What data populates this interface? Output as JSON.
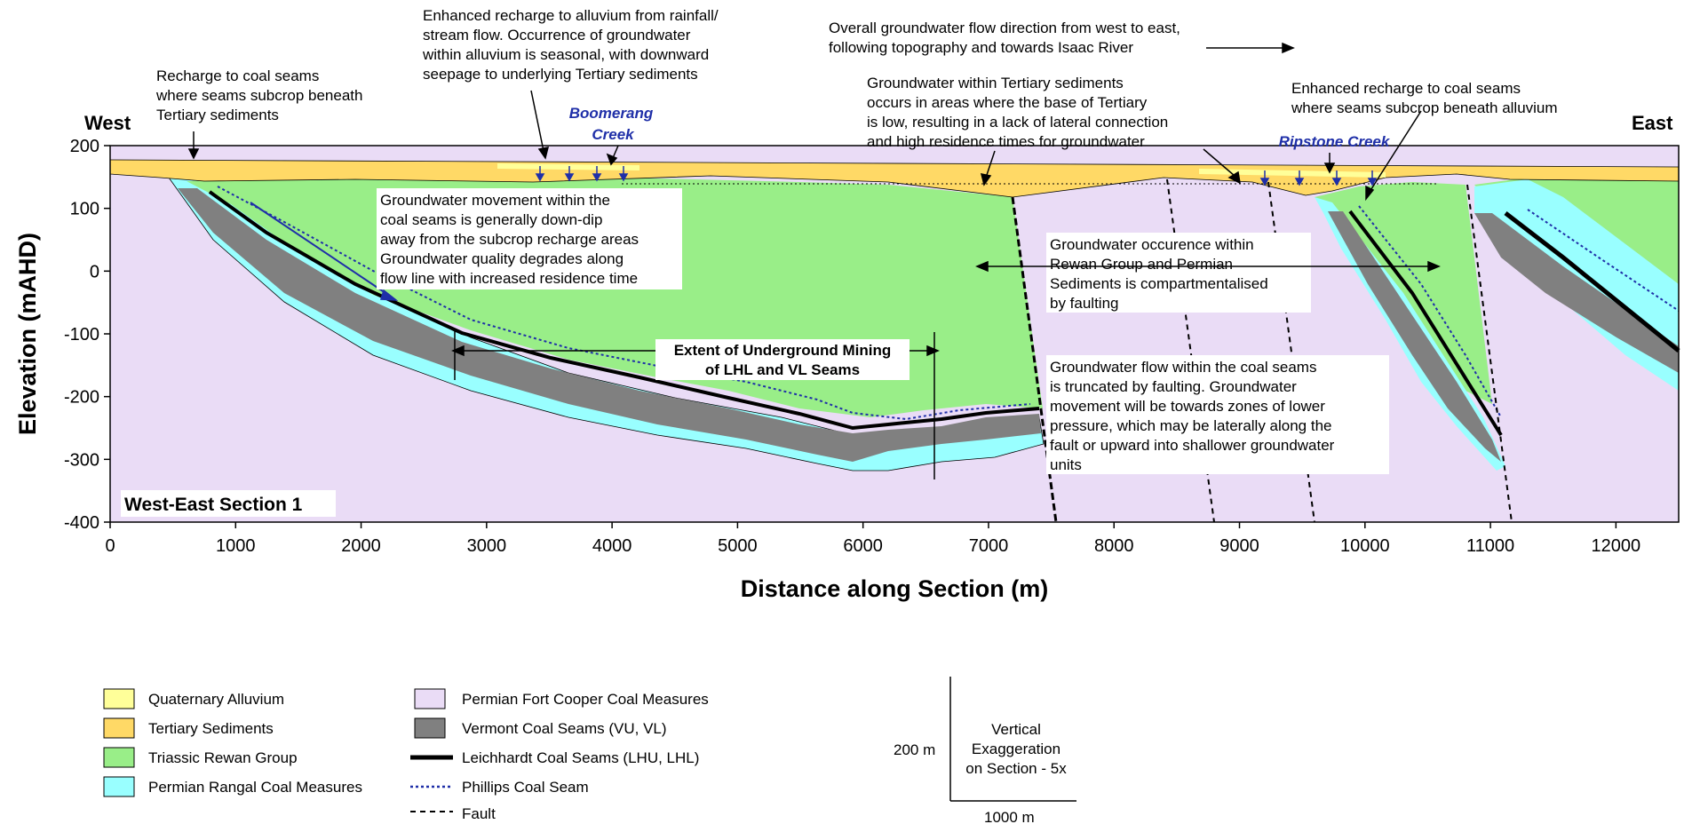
{
  "colors": {
    "quaternary_alluvium": "#ffff99",
    "tertiary_sediments": "#ffd966",
    "triassic_rewan": "#99ee88",
    "permian_rangal": "#99ffff",
    "permian_fort_cooper": "#eadcf6",
    "vermont_coal": "#808080",
    "leichhardt_coal": "#000000",
    "phillips_coal": "#1f2fa8",
    "creek_text": "#1f2fa8"
  },
  "figure": {
    "direction_west": "West",
    "direction_east": "East",
    "section_name": "West-East Section 1",
    "xlabel": "Distance along Section (m)",
    "ylabel": "Elevation (mAHD)",
    "xlim": [
      0,
      12500
    ],
    "ylim": [
      -400,
      200
    ],
    "x_ticks": [
      "0",
      "1000",
      "2000",
      "3000",
      "4000",
      "5000",
      "6000",
      "7000",
      "8000",
      "9000",
      "10000",
      "11000",
      "12000"
    ],
    "y_ticks": [
      "200",
      "100",
      "0",
      "-100",
      "-200",
      "-300",
      "-400"
    ]
  },
  "creeks": {
    "boomerang_line1": "Boomerang",
    "boomerang_line2": "Creek",
    "ripstone": "Ripstone Creek"
  },
  "annotations": {
    "recharge_tertiary": [
      "Recharge to coal seams",
      "where seams subcrop beneath",
      "Tertiary sediments"
    ],
    "alluvium_recharge": [
      "Enhanced recharge to alluvium from rainfall/",
      "stream flow.  Occurrence of groundwater",
      "within alluvium is seasonal, with downward",
      "seepage to underlying Tertiary sediments"
    ],
    "overall_flow": [
      "Overall groundwater flow direction from west to east,",
      "following topography and towards Isaac River"
    ],
    "tertiary_groundwater": [
      "Groundwater within Tertiary sediments",
      "occurs in areas where the base of Tertiary",
      "is low, resulting in a lack of lateral connection",
      "and high residence times for groundwater"
    ],
    "recharge_alluvium": [
      "Enhanced recharge to coal seams",
      "where seams subcrop beneath alluvium"
    ],
    "coal_movement": [
      "Groundwater movement within the",
      "coal seams is generally down-dip",
      "away from the subcrop recharge areas",
      "Groundwater quality degrades along",
      "flow line with increased residence time"
    ],
    "compartment": [
      "Groundwater occurence within",
      "Rewan Group and Permian",
      "Sediments is compartmentalised",
      "by faulting"
    ],
    "mining_extent": [
      "Extent of Underground Mining",
      "of LHL and VL Seams"
    ],
    "fault_flow": [
      "Groundwater flow within the coal seams",
      "is truncated by faulting.  Groundwater",
      "movement will be towards zones of lower",
      "pressure, which may be laterally along the",
      "fault or upward into shallower groundwater",
      "units"
    ]
  },
  "legend": {
    "quaternary_alluvium": "Quaternary Alluvium",
    "tertiary_sediments": "Tertiary Sediments",
    "triassic_rewan": "Triassic Rewan Group",
    "permian_rangal": "Permian Rangal Coal Measures",
    "permian_fort_cooper": "Permian Fort Cooper Coal Measures",
    "vermont_coal": "Vermont Coal Seams (VU, VL)",
    "leichhardt_coal": "Leichhardt Coal Seams (LHU, LHL)",
    "phillips_coal": "Phillips Coal Seam",
    "fault": "Fault"
  },
  "scale_bar": {
    "vertical": "200 m",
    "horizontal": "1000 m",
    "note": [
      "Vertical",
      "Exaggeration",
      "on Section - 5x"
    ]
  }
}
